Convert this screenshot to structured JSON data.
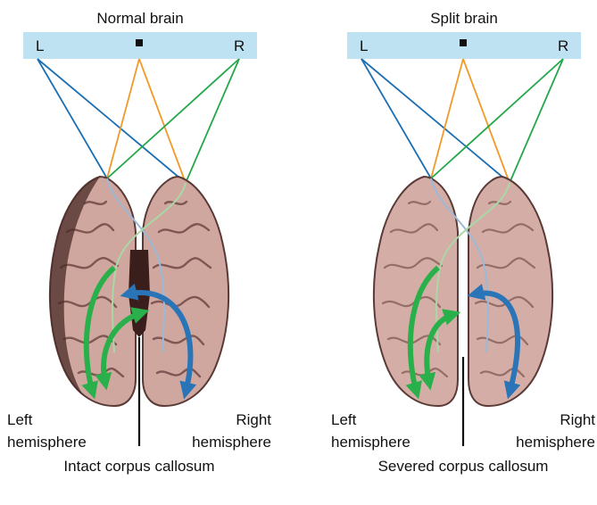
{
  "colors": {
    "field_bar": "#bfe2f2",
    "left_eye_ray": "#1c6fb3",
    "center_ray": "#f29a28",
    "right_eye_ray": "#24a84a",
    "green_arrow": "#2ab04a",
    "blue_arrow": "#2a74b8",
    "brain_tissue": "#cfa79f",
    "brain_outline": "#5a3a36",
    "brain_dark": "#4a2a26",
    "callosum": "#3a1e1c"
  },
  "panels": [
    {
      "title": "Normal brain",
      "field_left": "L",
      "field_right": "R",
      "left_hemisphere_line1": "Left",
      "left_hemisphere_line2": "hemisphere",
      "right_hemisphere_line1": "Right",
      "right_hemisphere_line2": "hemisphere",
      "caption": "Intact corpus callosum"
    },
    {
      "title": "Split brain",
      "field_left": "L",
      "field_right": "R",
      "left_hemisphere_line1": "Left",
      "left_hemisphere_line2": "hemisphere",
      "right_hemisphere_line1": "Right",
      "right_hemisphere_line2": "hemisphere",
      "caption": "Severed corpus callosum"
    }
  ]
}
